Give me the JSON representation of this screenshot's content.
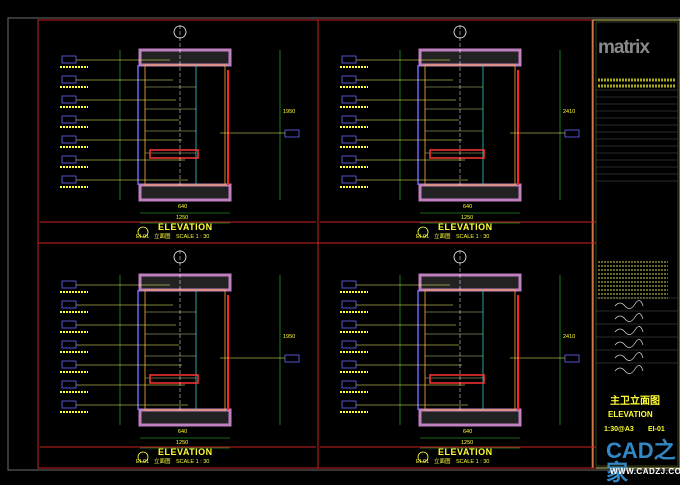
{
  "panels": [
    {
      "title": "ELEVATION",
      "code": "EI-01",
      "name": "立面图",
      "scale": "SCALE 1 : 30",
      "dims": [
        "1250",
        "640",
        "1950"
      ]
    },
    {
      "title": "ELEVATION",
      "code": "EI-01",
      "name": "立面图",
      "scale": "SCALE 1 : 30",
      "dims": [
        "1250",
        "640",
        "2410"
      ]
    },
    {
      "title": "ELEVATION",
      "code": "EI-01",
      "name": "立面图",
      "scale": "SCALE 1 : 30",
      "dims": [
        "1250",
        "640",
        "1950"
      ]
    },
    {
      "title": "ELEVATION",
      "code": "EI-01",
      "name": "立面图",
      "scale": "SCALE 1 : 30",
      "dims": [
        "1250",
        "640",
        "2410"
      ]
    }
  ],
  "title_block": {
    "logo": "matrix",
    "drawing_title_cn": "主卫立面图",
    "drawing_title_en": "ELEVATION",
    "scale": "1:30@A3",
    "sheet_no": "EI-01"
  },
  "watermark": {
    "text": "CAD之家",
    "url": "WWW.CADZJ.COM"
  },
  "colors": {
    "frame": "#cc2222",
    "text": "#ffff33",
    "wall": "#c080c0",
    "dim": "#33cc33",
    "line": "#ffffff"
  }
}
